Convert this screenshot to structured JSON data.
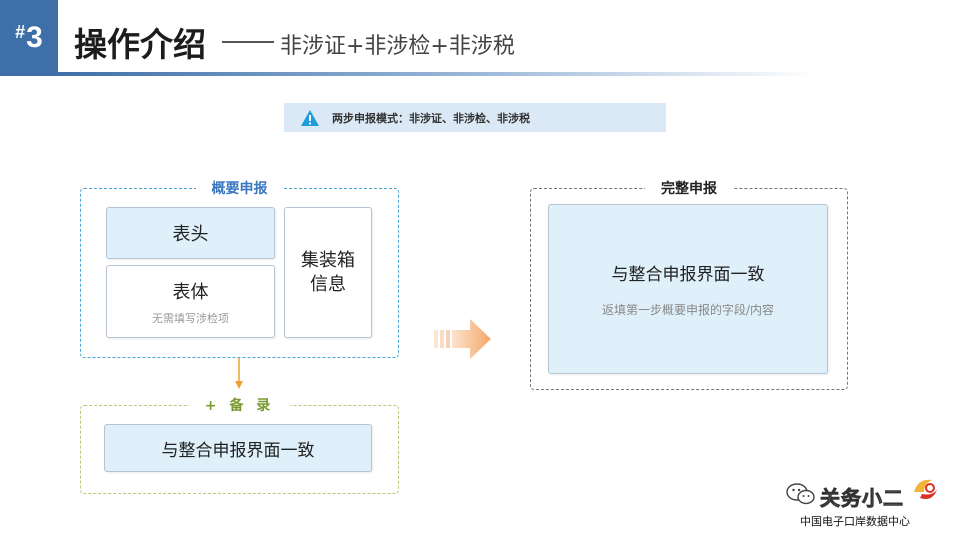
{
  "header": {
    "hash": "#",
    "number": "3",
    "title": "操作介绍",
    "subtitle": "非涉证+非涉检+非涉税"
  },
  "notice": {
    "text": "两步申报模式：非涉证、非涉检、非涉税",
    "icon": "warning-icon"
  },
  "summary": {
    "label": "概要申报",
    "header_card": "表头",
    "body_card": "表体",
    "body_note": "无需填写涉检项",
    "container_card_line1": "集装箱",
    "container_card_line2": "信息"
  },
  "record": {
    "label": "+ 备 录",
    "card": "与整合申报界面一致"
  },
  "full": {
    "label": "完整申报",
    "main": "与整合申报界面一致",
    "note": "返填第一步概要申报的字段/内容"
  },
  "watermark": {
    "name": "关务小二",
    "sub": "中国电子口岸数据中心"
  },
  "colors": {
    "accent": "#3f6fa8",
    "summary_border": "#4aa6d6",
    "record_border": "#b6c87c",
    "card_blue": "#dff0fb",
    "arrow_orange": "#f6b47c"
  }
}
